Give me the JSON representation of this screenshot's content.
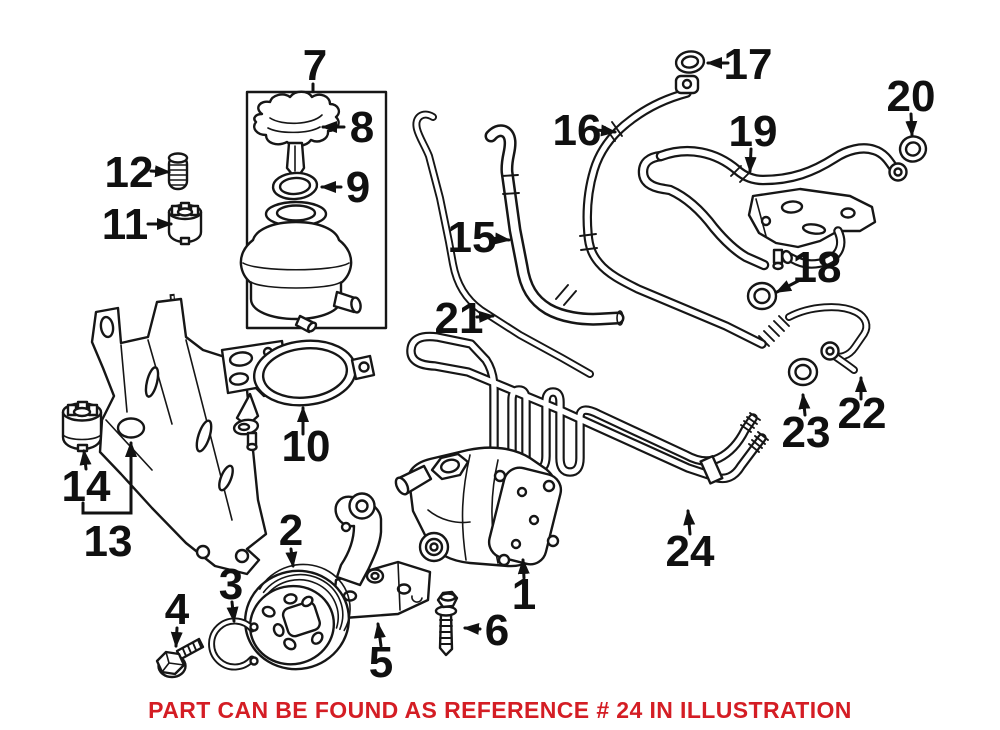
{
  "diagram": {
    "background": "#ffffff",
    "line_color": "#161616",
    "callouts": [
      {
        "label": "1"
      },
      {
        "label": "2"
      },
      {
        "label": "3"
      },
      {
        "label": "4"
      },
      {
        "label": "5"
      },
      {
        "label": "6"
      },
      {
        "label": "7"
      },
      {
        "label": "8"
      },
      {
        "label": "9"
      },
      {
        "label": "10"
      },
      {
        "label": "11"
      },
      {
        "label": "12"
      },
      {
        "label": "13"
      },
      {
        "label": "14"
      },
      {
        "label": "15"
      },
      {
        "label": "16"
      },
      {
        "label": "17"
      },
      {
        "label": "18"
      },
      {
        "label": "19"
      },
      {
        "label": "20"
      },
      {
        "label": "21"
      },
      {
        "label": "22"
      },
      {
        "label": "23"
      },
      {
        "label": "24"
      }
    ],
    "caption": {
      "text": "PART CAN BE FOUND AS REFERENCE # 24 IN ILLUSTRATION",
      "color": "#d41d24",
      "reference_number": "24"
    }
  }
}
